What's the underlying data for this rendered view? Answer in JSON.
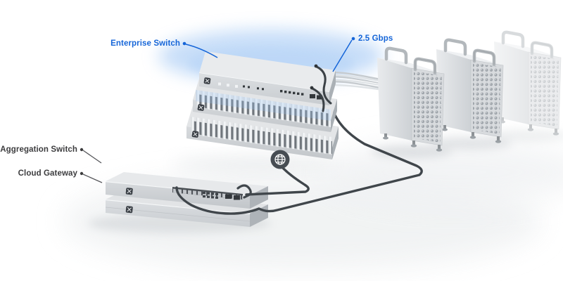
{
  "diagram": {
    "type": "network-topology-illustration",
    "labels": {
      "enterprise_switch": "Enterprise Switch",
      "link_speed": "2.5 Gbps",
      "aggregation_switch": "Aggregation Switch",
      "cloud_gateway": "Cloud Gateway"
    },
    "colors": {
      "accent_blue": "#1565d8",
      "label_dark": "#3c3c3e",
      "cable_dark": "#40464b",
      "glow_blue": "#9cc3ee",
      "device_light_gray": "#e8eaec",
      "device_mid_gray": "#ced2d6",
      "background": "#ffffff"
    },
    "icons": [
      "globe-icon"
    ],
    "devices": [
      {
        "name": "enterprise-switch",
        "units_in_stack": 3
      },
      {
        "name": "aggregation-switch"
      },
      {
        "name": "cloud-gateway"
      },
      {
        "name": "workstation-tower",
        "count": 3
      },
      {
        "name": "internet-globe"
      }
    ]
  }
}
